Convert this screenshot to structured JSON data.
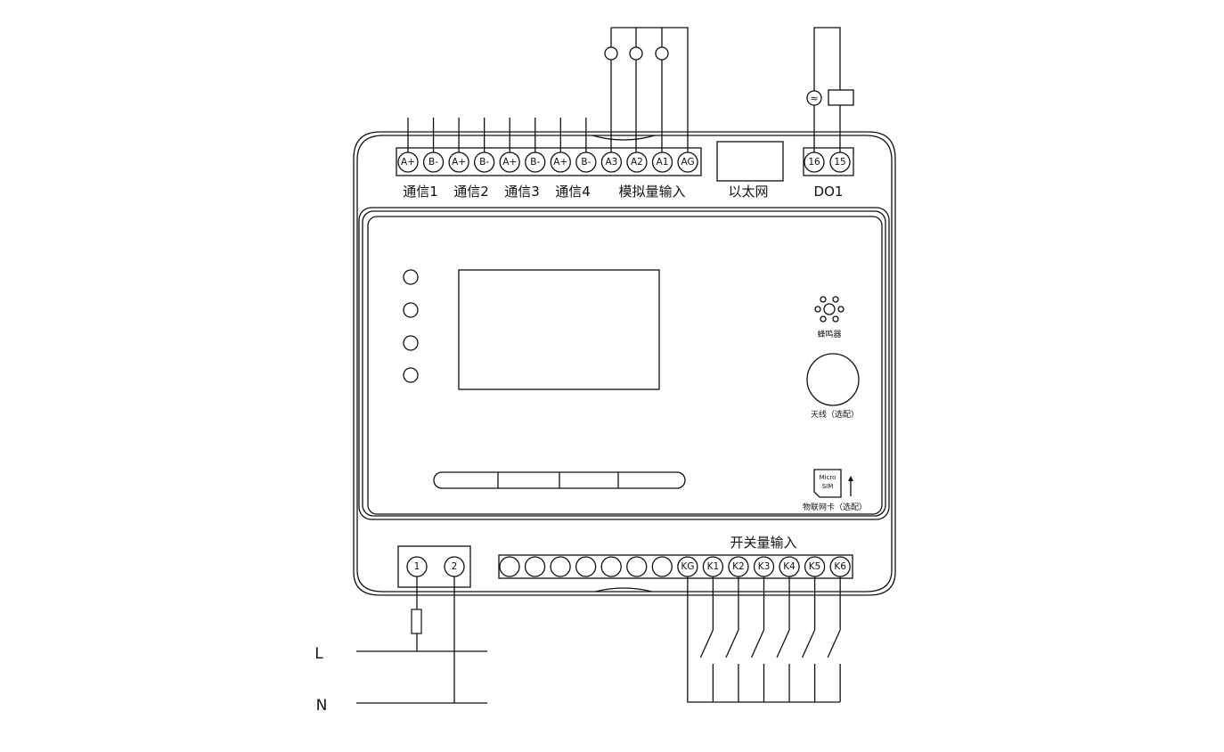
{
  "top_terminals": [
    "A+",
    "B-",
    "A+",
    "B-",
    "A+",
    "B-",
    "A+",
    "B-",
    "A3",
    "A2",
    "A1",
    "AG"
  ],
  "top_labels": {
    "comm1": "通信1",
    "comm2": "通信2",
    "comm3": "通信3",
    "comm4": "通信4",
    "analog_input": "模拟量输入",
    "ethernet": "以太网",
    "do1": "DO1"
  },
  "do_terminals": [
    "16",
    "15"
  ],
  "panel": {
    "buzzer": "蜂鸣器",
    "antenna": "天线（选配）",
    "sim_line1": "Micro",
    "sim_line2": "SIM",
    "iot_card": "物联网卡（选配）"
  },
  "power_terminals": [
    "1",
    "2"
  ],
  "switch_input_title": "开关量输入",
  "bottom_terminals": [
    "",
    "",
    "",
    "",
    "",
    "",
    "",
    "KG",
    "K1",
    "K2",
    "K3",
    "K4",
    "K5",
    "K6"
  ],
  "power_lines": {
    "live": "L",
    "neutral": "N"
  }
}
